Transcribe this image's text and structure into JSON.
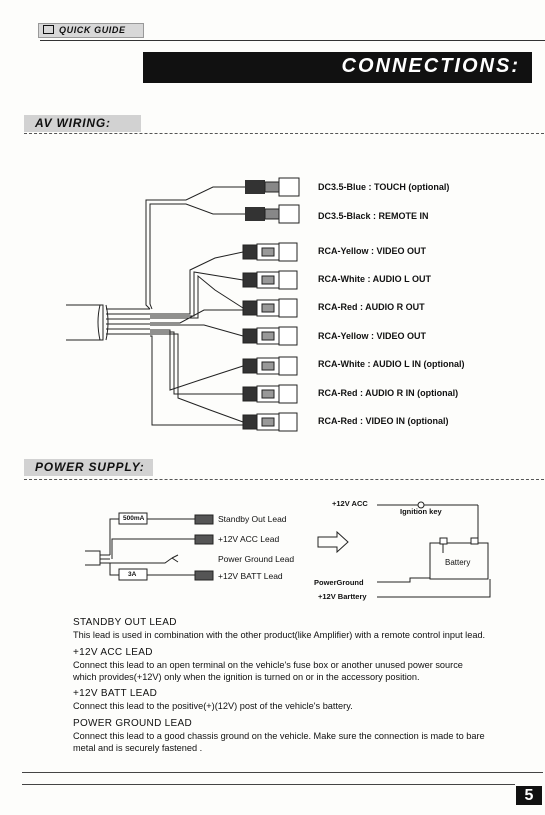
{
  "header": {
    "quick_guide": "QUICK GUIDE"
  },
  "banner": {
    "title": "CONNECTIONS:"
  },
  "av_wiring": {
    "title": "AV WIRING:",
    "connectors": [
      {
        "label": "DC3.5-Blue : TOUCH (optional)"
      },
      {
        "label": "DC3.5-Black : REMOTE IN"
      },
      {
        "label": "RCA-Yellow : VIDEO OUT"
      },
      {
        "label": "RCA-White : AUDIO L OUT"
      },
      {
        "label": "RCA-Red : AUDIO R OUT"
      },
      {
        "label": "RCA-Yellow : VIDEO OUT"
      },
      {
        "label": "RCA-White : AUDIO L IN (optional)"
      },
      {
        "label": "RCA-Red : AUDIO R IN (optional)"
      },
      {
        "label": "RCA-Red : VIDEO IN  (optional)"
      }
    ]
  },
  "power_supply": {
    "title": "POWER SUPPLY:",
    "fuse_500": "500mA",
    "fuse_3a": "3A",
    "leads": [
      "Standby Out Lead",
      "+12V ACC Lead",
      "Power Ground Lead",
      "+12V BATT Lead"
    ],
    "diagram": {
      "acc": "+12V ACC",
      "ignition": "Ignition key",
      "battery": "Battery",
      "ground": "PowerGround",
      "batt": "+12V Barttery"
    }
  },
  "descriptions": [
    {
      "heading": "STANDBY OUT LEAD",
      "lines": [
        "This lead is used in combination with the other product(like Amplifier)  with a remote control input lead."
      ]
    },
    {
      "heading": "+12V ACC LEAD",
      "lines": [
        "Connect this lead to an open terminal on the vehicle's fuse box or another unused power source",
        "which provides(+12V) only when the ignition is turned on or in the accessory position."
      ]
    },
    {
      "heading": "+12V BATT LEAD",
      "lines": [
        "Connect this lead to the positive(+)(12V) post of the vehicle's battery."
      ]
    },
    {
      "heading": "POWER GROUND  LEAD",
      "lines": [
        "Connect this lead to a good chassis ground on the vehicle. Make sure the connection is made to bare",
        "metal and is securely fastened ."
      ]
    }
  ],
  "footer": {
    "page_number": "5"
  }
}
